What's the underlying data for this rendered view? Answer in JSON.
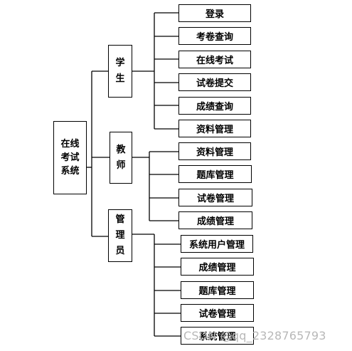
{
  "root": {
    "label": "在线\n考试\n系统"
  },
  "groups": [
    {
      "key": "student",
      "label": "学\n生",
      "items": [
        "登录",
        "考卷查询",
        "在线考试",
        "试卷提交",
        "成绩查询",
        "资料管理"
      ]
    },
    {
      "key": "teacher",
      "label": "教\n师",
      "items": [
        "资料管理",
        "题库管理",
        "试卷管理",
        "成绩管理"
      ]
    },
    {
      "key": "admin",
      "label": "管\n理\n员",
      "items": [
        "系统用户管理",
        "成绩管理",
        "题库管理",
        "试卷管理",
        "系统管理"
      ]
    }
  ],
  "watermark": "CSDN @qq_2328765793"
}
